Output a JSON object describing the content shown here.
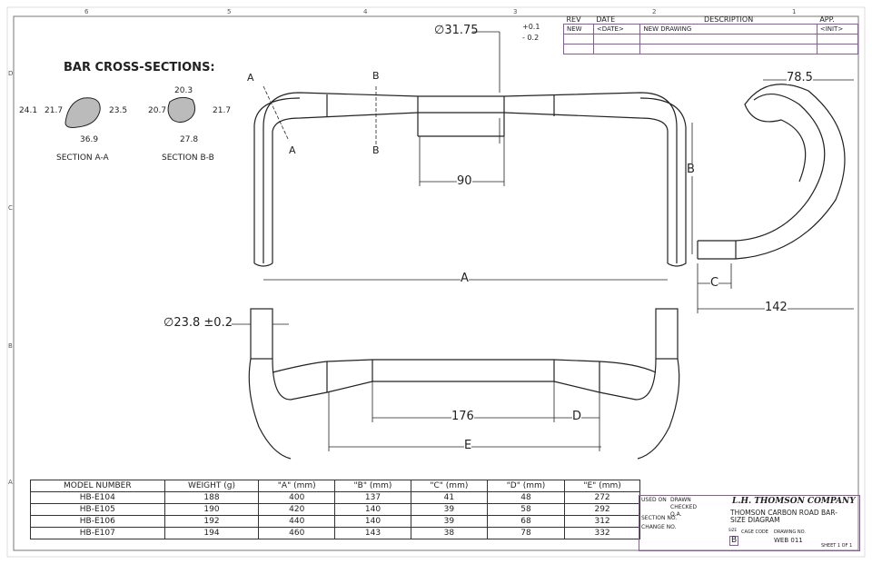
{
  "zones": {
    "top": [
      "6",
      "5",
      "4",
      "3",
      "2",
      "1"
    ],
    "side": [
      "D",
      "C",
      "B",
      "A"
    ]
  },
  "revision_table": {
    "headers": [
      "REV",
      "DATE",
      "DESCRIPTION",
      "APP."
    ],
    "rows": [
      [
        "NEW",
        "<DATE>",
        "NEW DRAWING",
        "<INIT>"
      ],
      [
        "",
        "",
        "",
        ""
      ],
      [
        "",
        "",
        "",
        ""
      ]
    ]
  },
  "cross_sections": {
    "title": "BAR CROSS-SECTIONS:",
    "section_a": {
      "label": "SECTION A-A",
      "dims": [
        "24.1",
        "21.7",
        "23.5",
        "36.9"
      ]
    },
    "section_b": {
      "label": "SECTION B-B",
      "dims": [
        "20.3",
        "20.7",
        "21.7",
        "27.8"
      ]
    }
  },
  "top_view": {
    "clamp_diameter": "∅31.75",
    "tolerance_plus": "+0.1",
    "tolerance_minus": "- 0.2",
    "section_marks": [
      "A",
      "A",
      "B",
      "B"
    ],
    "clamp_width": "90",
    "dim_a": "A"
  },
  "side_view": {
    "reach": "78.5",
    "dim_b": "B",
    "dim_c": "C",
    "drop_depth": "142"
  },
  "front_view": {
    "grip_diameter": "∅23.8 ±0.2",
    "flat_width": "176",
    "dim_d": "D",
    "dim_e": "E"
  },
  "spec_table": {
    "headers": [
      "MODEL NUMBER",
      "WEIGHT (g)",
      "\"A\" (mm)",
      "\"B\" (mm)",
      "\"C\" (mm)",
      "\"D\" (mm)",
      "\"E\" (mm)"
    ],
    "rows": [
      [
        "HB-E104",
        "188",
        "400",
        "137",
        "41",
        "48",
        "272"
      ],
      [
        "HB-E105",
        "190",
        "420",
        "140",
        "39",
        "58",
        "292"
      ],
      [
        "HB-E106",
        "192",
        "440",
        "140",
        "39",
        "68",
        "312"
      ],
      [
        "HB-E107",
        "194",
        "460",
        "143",
        "38",
        "78",
        "332"
      ]
    ]
  },
  "title_block": {
    "company": "L.H. THOMSON COMPANY",
    "title": "THOMSON CARBON ROAD BAR- SIZE DIAGRAM",
    "size": "B",
    "drawing_no_label": "DRAWING NO.",
    "drawing_no": "WEB 011",
    "cage_code_label": "CAGE CODE",
    "size_label": "SIZE",
    "fields": [
      "USED ON",
      "DRAWN",
      "CHECKED",
      "Q.A.",
      "SECTION NO.",
      "CHANGE NO.",
      "SHEET 1 OF 1"
    ]
  },
  "colors": {
    "line": "#222222",
    "title_block": "#8a5aa8"
  }
}
